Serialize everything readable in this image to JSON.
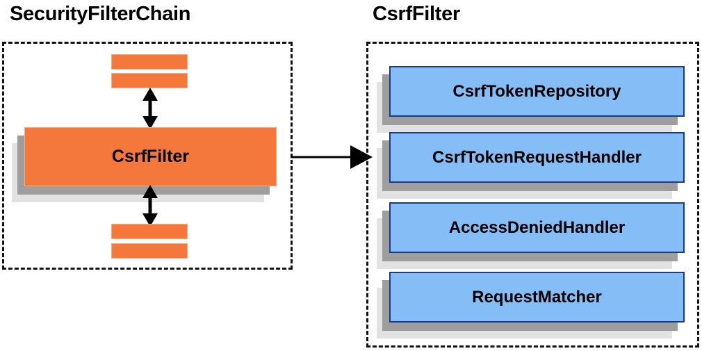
{
  "diagram": {
    "type": "component-dependency-diagram",
    "background_color": "#ffffff",
    "panels": [
      {
        "id": "security-filter-chain",
        "title": "SecurityFilterChain",
        "border_style": "dashed",
        "border_color": "#111111"
      },
      {
        "id": "csrf-filter",
        "title": "CsrfFilter",
        "border_style": "dashed",
        "border_color": "#111111"
      }
    ]
  },
  "left_panel": {
    "title": "SecurityFilterChain",
    "highlighted_filter": {
      "label": "CsrfFilter",
      "fill_color": "#f4783b",
      "border_color": "#f9a97e"
    },
    "neighbor_filters_top": [
      {
        "label": "",
        "fill_color": "#f4783b"
      },
      {
        "label": "",
        "fill_color": "#f4783b"
      }
    ],
    "neighbor_filters_bottom": [
      {
        "label": "",
        "fill_color": "#f4783b"
      },
      {
        "label": "",
        "fill_color": "#f4783b"
      }
    ]
  },
  "right_panel": {
    "title": "CsrfFilter",
    "collaborators": [
      {
        "label": "CsrfTokenRepository",
        "fill_color": "#85bef7",
        "border_color": "#1a3a8f"
      },
      {
        "label": "CsrfTokenRequestHandler",
        "fill_color": "#85bef7",
        "border_color": "#1a3a8f"
      },
      {
        "label": "AccessDeniedHandler",
        "fill_color": "#85bef7",
        "border_color": "#1a3a8f"
      },
      {
        "label": "RequestMatcher",
        "fill_color": "#85bef7",
        "border_color": "#1a3a8f"
      }
    ]
  },
  "connectors": [
    {
      "name": "chain-link-above",
      "direction": "double-vertical",
      "color": "#000000"
    },
    {
      "name": "chain-link-below",
      "direction": "double-vertical",
      "color": "#000000"
    },
    {
      "name": "expand-to-detail",
      "direction": "right",
      "color": "#000000"
    }
  ],
  "shadows": {
    "near_color": "#9e9e9e",
    "far_color": "#e2e2e2"
  }
}
